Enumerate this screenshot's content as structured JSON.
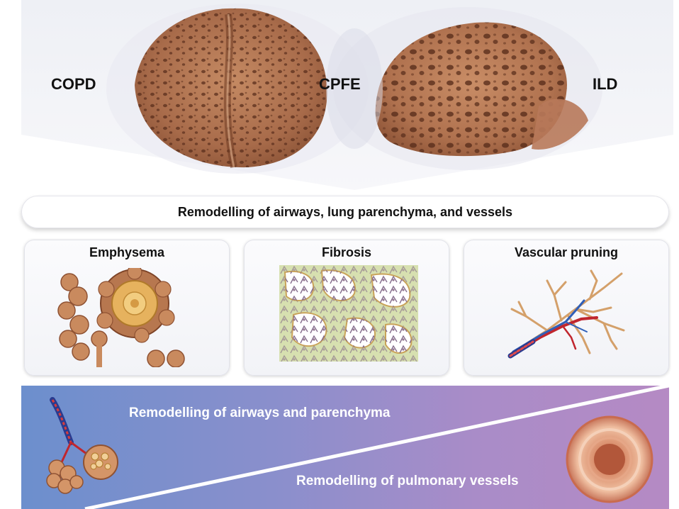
{
  "top": {
    "left_label": "COPD",
    "center_label": "CPFE",
    "right_label": "ILD"
  },
  "banner": {
    "text": "Remodelling of airways, lung parenchyma, and vessels"
  },
  "panels": [
    {
      "title": "Emphysema"
    },
    {
      "title": "Fibrosis"
    },
    {
      "title": "Vascular pruning"
    }
  ],
  "bottom": {
    "upper_text": "Remodelling of airways and parenchyma",
    "lower_text": "Remodelling of pulmonary vessels"
  },
  "colors": {
    "band_left": "#6c8fcd",
    "band_right": "#b58ac4",
    "lung_tissue": "#b77a56"
  }
}
